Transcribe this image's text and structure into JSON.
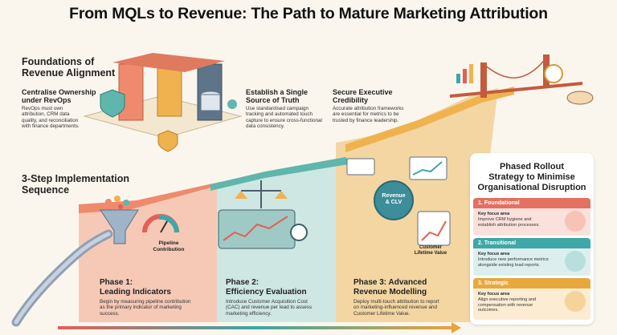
{
  "title": "From MQLs to Revenue: The Path to Mature Marketing Attribution",
  "foundations": {
    "heading": [
      "Foundations of",
      "Revenue Alignment"
    ],
    "items": [
      {
        "title": [
          "Centralise Ownership",
          "under RevOps"
        ],
        "body": [
          "RevOps must own",
          "attribution, CRM data",
          "quality, and reconciliation",
          "with finance departments."
        ]
      },
      {
        "title": [
          "Establish a Single",
          "Source of Truth"
        ],
        "body": [
          "Use standardised campaign",
          "tracking and automated touch",
          "capture to ensure cross-functional",
          "data consistency."
        ]
      },
      {
        "title": [
          "Secure Executive",
          "Credibility"
        ],
        "body": [
          "Accurate attribution frameworks",
          "are essential for metrics to be",
          "trusted by finance leadership."
        ]
      }
    ]
  },
  "steps": {
    "heading": [
      "3-Step Implementation",
      "Sequence"
    ],
    "labels": {
      "pipeline": [
        "Pipeline",
        "Contribution"
      ],
      "revenue": [
        "Revenue",
        "& CLV"
      ],
      "clv": [
        "Customer",
        "Lifetime Value"
      ]
    },
    "phases": [
      {
        "title": [
          "Phase 1:",
          "Leading Indicators"
        ],
        "body": [
          "Begin by measuring pipeline contribution",
          "as the primary indicator of marketing",
          "success."
        ]
      },
      {
        "title": [
          "Phase 2:",
          "Efficiency Evaluation"
        ],
        "body": [
          "Introduce Customer Acquisition Cost",
          "(CAC) and revenue per lead to assess",
          "marketing efficiency."
        ]
      },
      {
        "title": [
          "Phase 3: Advanced",
          "Revenue Modelling"
        ],
        "body": [
          "Deploy multi-touch attribution to report",
          "on marketing-influenced revenue and",
          "Customer Lifetime Value."
        ]
      }
    ]
  },
  "strategy": {
    "title": [
      "Phased Rollout",
      "Strategy to Minimise",
      "Organisational Disruption"
    ],
    "cards": [
      {
        "label": "1. Foundational",
        "sub": "Key focus area",
        "body": [
          "Improve CRM hygiene and",
          "establish attribution processes."
        ],
        "color": "#e4705f",
        "bg": "#fbe1db"
      },
      {
        "label": "2. Transitional",
        "sub": "Key focus area",
        "body": [
          "Introduce new performance metrics",
          "alongside existing lead reports."
        ],
        "color": "#3fa7a7",
        "bg": "#dcefee"
      },
      {
        "label": "3. Strategic",
        "sub": "Key focus area",
        "body": [
          "Align executive reporting and",
          "compensation with revenue",
          "outcomes."
        ],
        "color": "#e9a83d",
        "bg": "#fbecd2"
      }
    ]
  }
}
